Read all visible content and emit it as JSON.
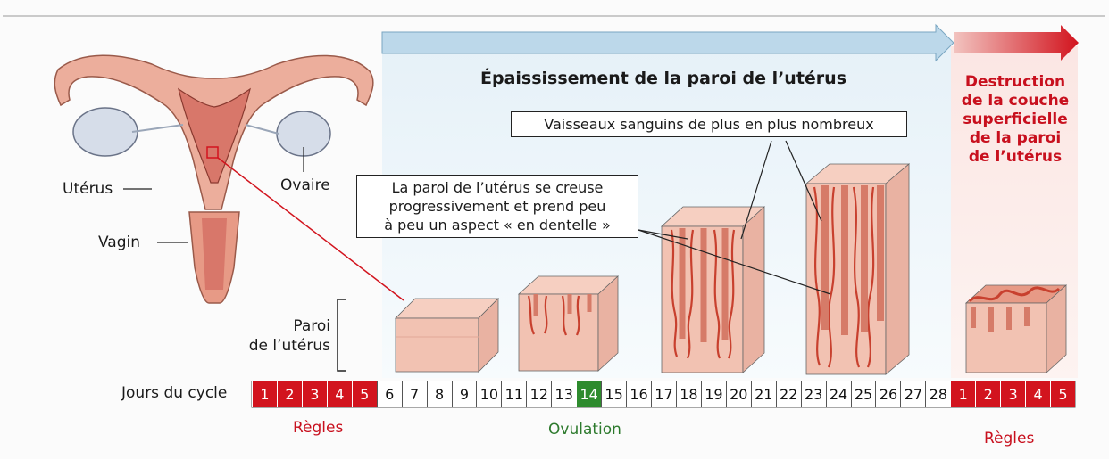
{
  "arrow": {
    "title": "Épaississement de la paroi de l’utérus",
    "destruction_lines": [
      "Destruction",
      "de la couche",
      "superficielle",
      "de la paroi",
      "de l’utérus"
    ]
  },
  "anatomy": {
    "uterus": "Utérus",
    "ovary": "Ovaire",
    "vagina": "Vagin",
    "wall_line1": "Paroi",
    "wall_line2": "de l’utérus"
  },
  "callouts": {
    "vessels": "Vaisseaux sanguins de plus en plus nombreux",
    "lace_lines": [
      "La paroi de l’utérus se creuse",
      "progressivement et prend peu",
      "à peu un aspect « en dentelle »"
    ]
  },
  "timeline": {
    "label": "Jours du cycle",
    "days": [
      "1",
      "2",
      "3",
      "4",
      "5",
      "6",
      "7",
      "8",
      "9",
      "10",
      "11",
      "12",
      "13",
      "14",
      "15",
      "16",
      "17",
      "18",
      "19",
      "20",
      "21",
      "22",
      "23",
      "24",
      "25",
      "26",
      "27",
      "28",
      "1",
      "2",
      "3",
      "4",
      "5"
    ],
    "kinds": [
      "r",
      "r",
      "r",
      "r",
      "r",
      "p",
      "p",
      "p",
      "p",
      "p",
      "p",
      "p",
      "p",
      "o",
      "p",
      "p",
      "p",
      "p",
      "p",
      "p",
      "p",
      "p",
      "p",
      "p",
      "p",
      "p",
      "p",
      "p",
      "r",
      "r",
      "r",
      "r",
      "r"
    ],
    "regles_label": "Règles",
    "ovulation_label": "Ovulation",
    "regles_label_end": "Règles"
  },
  "colors": {
    "regles": "#d2141e",
    "ovulation": "#2e8b2e",
    "arrow_blue": "#bcd8ea",
    "tissue_pink": "#f2c2b2",
    "vessel_red": "#c8402e"
  }
}
